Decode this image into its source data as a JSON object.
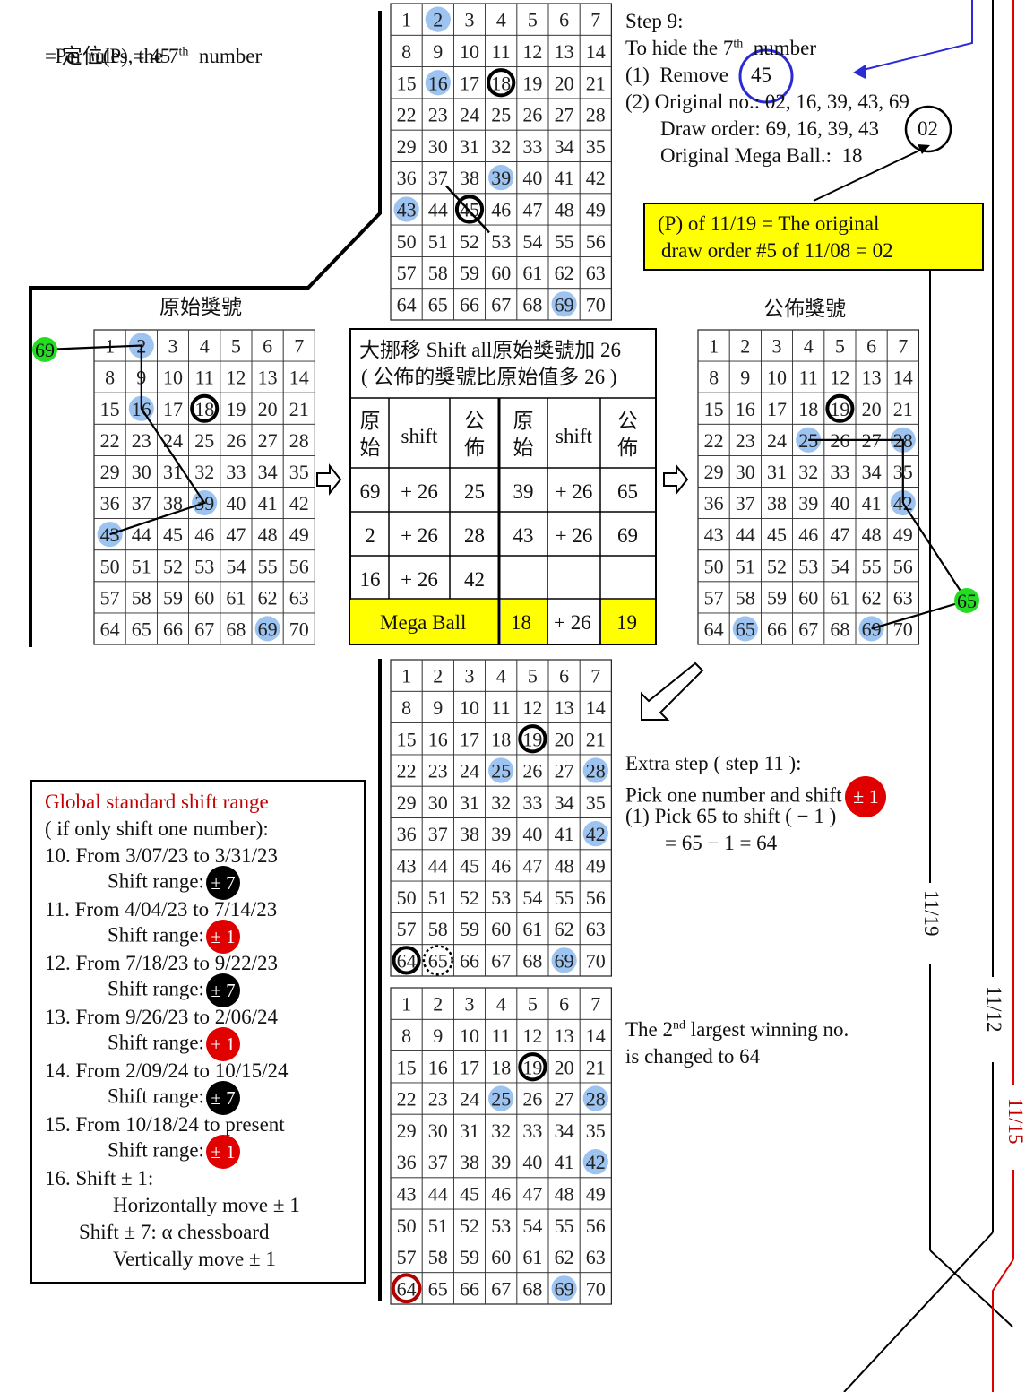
{
  "top_left_note": {
    "line1_pre": "Per rules, the 7",
    "line1_sup": "th",
    "line1_post": "  number",
    "line2": "= 定位(P) = 45"
  },
  "grids": {
    "top": {
      "highlights": [
        2,
        16,
        39,
        43,
        69
      ],
      "circles": [
        18,
        45
      ],
      "strike": [
        45
      ]
    },
    "original": {
      "title": "原始獎號",
      "highlights": [
        2,
        16,
        39,
        43,
        69
      ],
      "circles": [
        18
      ],
      "marker_label": "69"
    },
    "published": {
      "title": "公佈獎號",
      "highlights": [
        25,
        28,
        42,
        65,
        69
      ],
      "circles": [
        19
      ],
      "marker_label": "65"
    },
    "step11": {
      "highlights": [
        25,
        28,
        42,
        69
      ],
      "circles": [
        19,
        64
      ],
      "dotted": [
        65
      ]
    },
    "final": {
      "highlights": [
        25,
        28,
        42,
        69
      ],
      "circles": [
        19
      ],
      "red_circles": [
        64
      ]
    }
  },
  "step9": {
    "title": "Step 9:",
    "hide_pre": "To hide the 7",
    "hide_sup": "th",
    "hide_post": "  number",
    "remove_label": "(1)  Remove",
    "remove_value": "45",
    "orig_no": "(2) Original no.: 02, 16, 39, 43, 69",
    "draw_order_label": "Draw order: 69, 16, 39, 43",
    "draw_order_last": "02",
    "mega": "Original Mega Ball.:  18"
  },
  "yellow_note": {
    "line1": "(P) of 11/19 = The original",
    "line2": "draw order #5 of 11/08 = 02"
  },
  "shift_table": {
    "title1": "大挪移 Shift all原始獎號加 26",
    "title2": "( 公佈的獎號比原始值多 26 )",
    "headers": [
      "原始",
      "shift",
      "公佈",
      "原始",
      "shift",
      "公佈"
    ],
    "rows": [
      [
        "69",
        "+ 26",
        "25",
        "39",
        "+ 26",
        "65"
      ],
      [
        "2",
        "+ 26",
        "28",
        "43",
        "+ 26",
        "69"
      ],
      [
        "16",
        "+ 26",
        "42",
        "",
        "",
        ""
      ]
    ],
    "mega_label": "Mega Ball",
    "mega_orig": "18",
    "mega_shift": "+ 26",
    "mega_pub": "19"
  },
  "extra_step": {
    "line1": "Extra step ( step 11 ):",
    "line2": "Pick one number and shift",
    "badge": "± 1",
    "line3": "(1) Pick 65 to shift ( − 1 )",
    "line4": "= 65 − 1 = 64"
  },
  "second_largest": {
    "line1_pre": "The 2",
    "line1_sup": "nd",
    "line1_post": " largest winning no.",
    "line2": "is changed to 64"
  },
  "shift_range": {
    "title": "Global standard shift range",
    "subtitle": "( if only shift one number):",
    "items": [
      {
        "label": "10. From 3/07/23 to 3/31/23",
        "range_label": "Shift range:",
        "badge": "± 7",
        "color": "black"
      },
      {
        "label": "11. From 4/04/23 to 7/14/23",
        "range_label": "Shift range:",
        "badge": "± 1",
        "color": "red"
      },
      {
        "label": "12. From 7/18/23 to 9/22/23",
        "range_label": "Shift range:",
        "badge": "± 7",
        "color": "black"
      },
      {
        "label": "13. From 9/26/23 to 2/06/24",
        "range_label": "Shift range:",
        "badge": "± 1",
        "color": "red"
      },
      {
        "label": "14. From 2/09/24 to 10/15/24",
        "range_label": "Shift range:",
        "badge": "± 7",
        "color": "black"
      },
      {
        "label": "15. From 10/18/24 to present",
        "range_label": "Shift range:",
        "badge": "± 1",
        "color": "red"
      }
    ],
    "item16_a": "16. Shift ± 1:",
    "item16_b": "Horizontally move ± 1",
    "item16_c": "Shift ± 7: α chessboard",
    "item16_d": "Vertically move ± 1"
  },
  "timeline_labels": {
    "d1119": "11/19",
    "d1112": "11/12",
    "d1115": "11/15"
  },
  "colors": {
    "highlight": "#9dc3f0",
    "yellow": "#ffff00",
    "green": "#22dd22",
    "red": "#e00000",
    "blue_circle": "#2b2bd6"
  }
}
